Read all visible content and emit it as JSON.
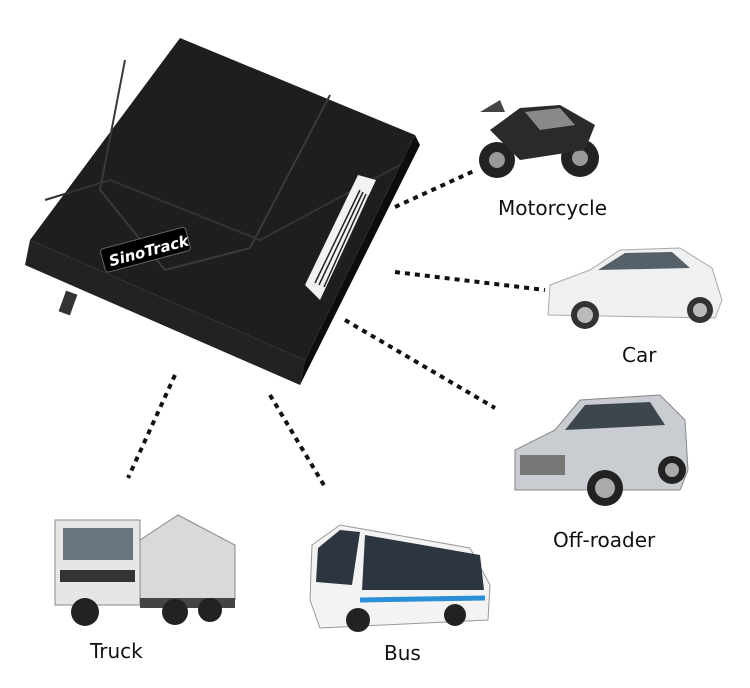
{
  "device": {
    "brand_logo": "SinoTrack",
    "color": "#1a1a1a"
  },
  "vehicles": [
    {
      "id": "motorcycle",
      "label": "Motorcycle"
    },
    {
      "id": "car",
      "label": "Car"
    },
    {
      "id": "off-roader",
      "label": "Off-roader"
    },
    {
      "id": "truck",
      "label": "Truck"
    },
    {
      "id": "bus",
      "label": "Bus"
    }
  ],
  "connector_style": "dotted"
}
